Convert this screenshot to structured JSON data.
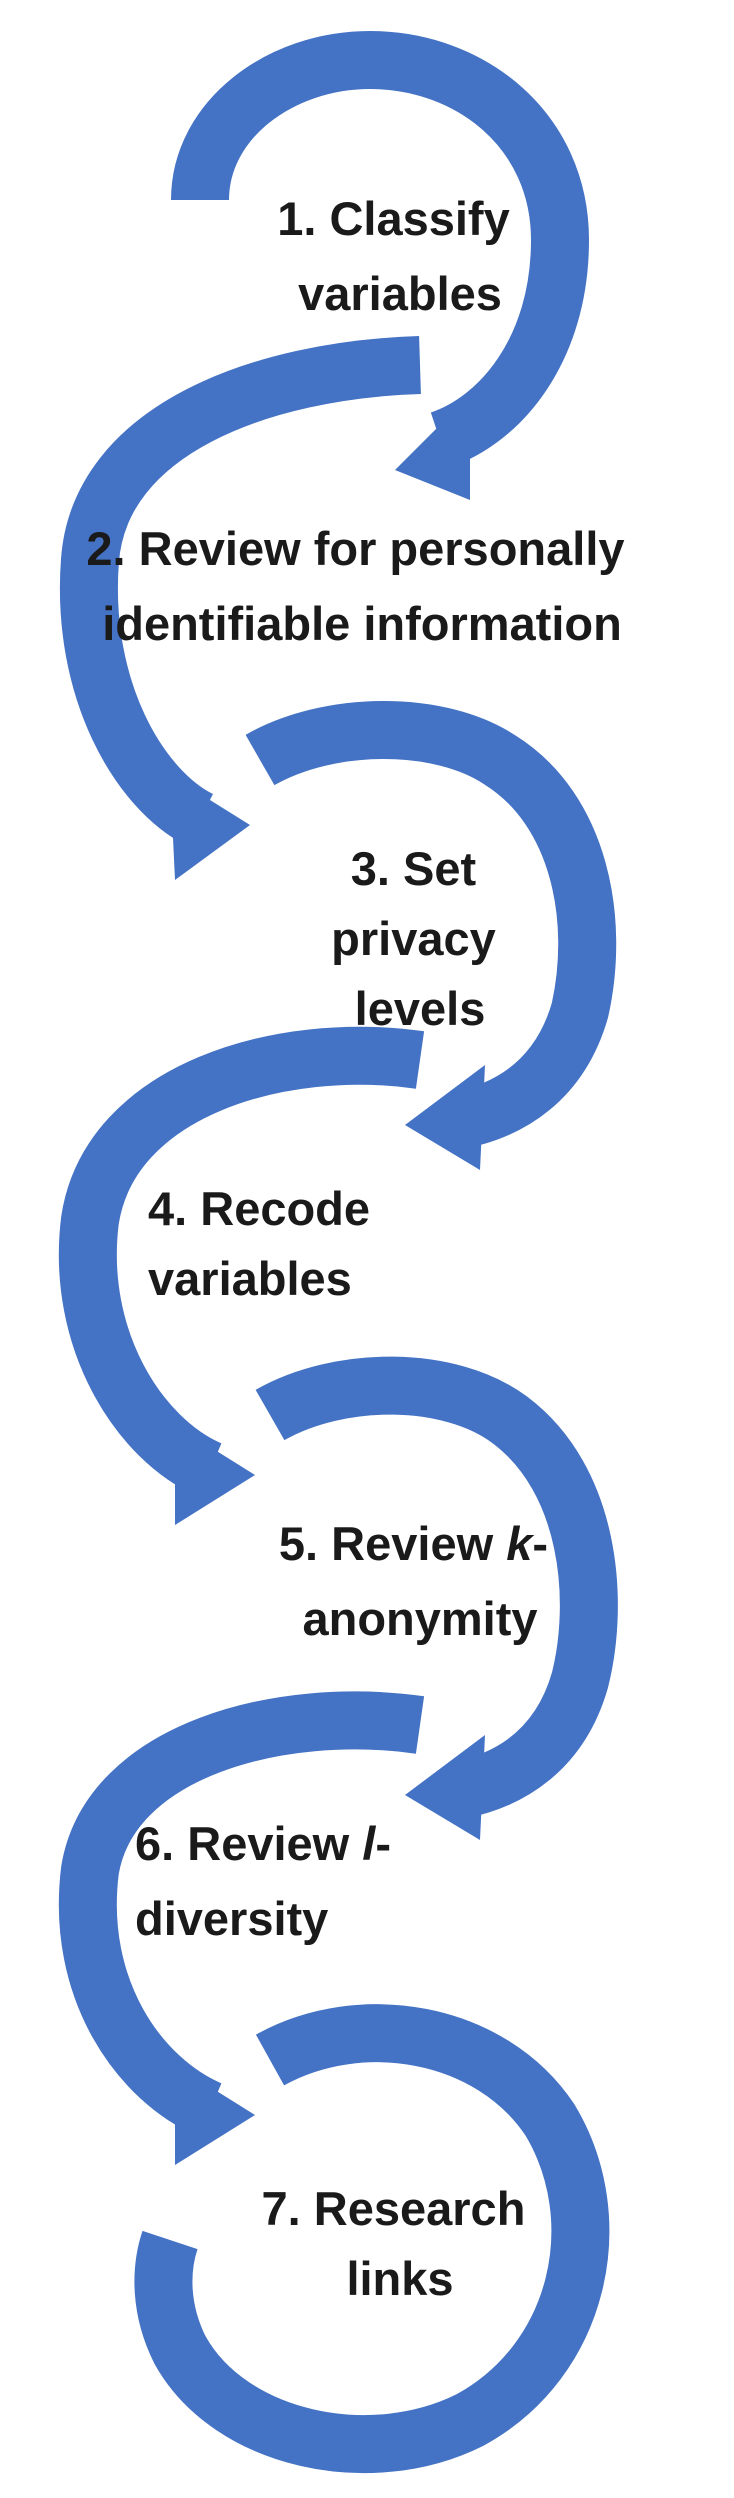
{
  "diagram": {
    "accent_color": "#4472C4",
    "steps": [
      {
        "number": "1.",
        "lines": [
          "1. Classify",
          "variables"
        ]
      },
      {
        "number": "2.",
        "lines": [
          "2. Review for personally",
          "identifiable information"
        ]
      },
      {
        "number": "3.",
        "lines": [
          "3. Set",
          "privacy",
          "levels"
        ]
      },
      {
        "number": "4.",
        "lines": [
          "4. Recode",
          "variables"
        ]
      },
      {
        "number": "5.",
        "lines": [
          "5. Review k-",
          "anonymity"
        ],
        "italic_term": "k"
      },
      {
        "number": "6.",
        "lines": [
          "6. Review l-",
          "diversity"
        ],
        "italic_term": "l"
      },
      {
        "number": "7.",
        "lines": [
          "7. Research",
          "links"
        ]
      }
    ]
  }
}
